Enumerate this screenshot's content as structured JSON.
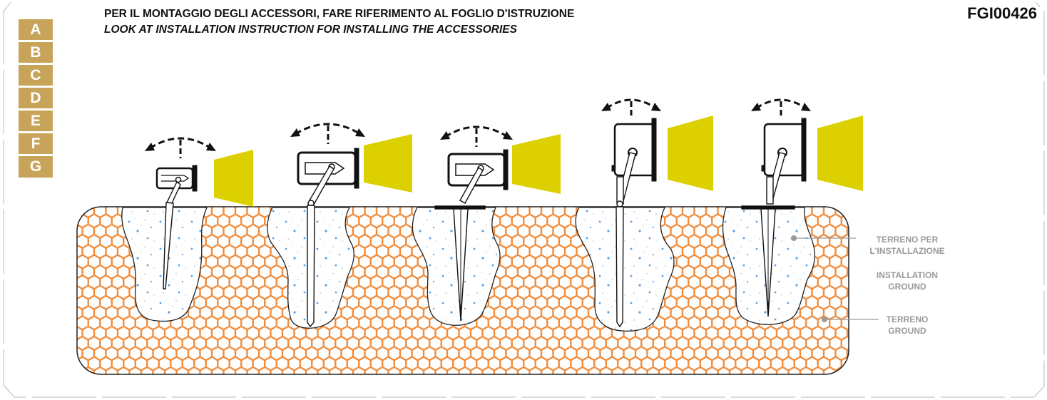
{
  "sheet": {
    "code": "FGI00426",
    "title_it": "PER IL MONTAGGIO DEGLI ACCESSORI, FARE RIFERIMENTO AL FOGLIO D'ISTRUZIONE",
    "title_en": "LOOK AT INSTALLATION INSTRUCTION FOR INSTALLING THE ACCESSORIES",
    "tabs": [
      "A",
      "B",
      "C",
      "D",
      "E",
      "F",
      "G"
    ]
  },
  "legend": {
    "install_it_1": "TERRENO PER",
    "install_it_2": "L'INSTALLAZIONE",
    "install_en_1": "INSTALLATION",
    "install_en_2": "GROUND",
    "ground_it": "TERRENO",
    "ground_en": "GROUND"
  },
  "colors": {
    "ground": "#f08c3c",
    "beam": "#ddd000",
    "tab": "#c8a45a",
    "concrete_dots": "#5aa0e0"
  },
  "icons": [
    "tilt-arrow-icon",
    "floodlight-icon",
    "ground-spike-icon",
    "light-beam-icon"
  ]
}
